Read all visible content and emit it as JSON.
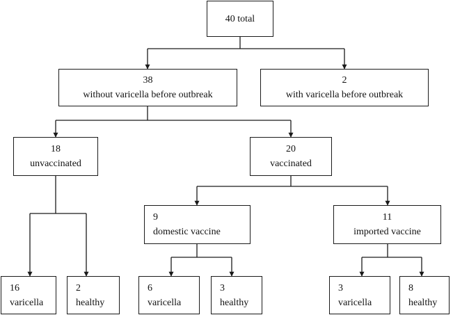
{
  "nodes": {
    "root": {
      "count": "40 total",
      "label": ""
    },
    "without": {
      "count": "38",
      "label": "without varicella before outbreak"
    },
    "with": {
      "count": "2",
      "label": "with varicella before outbreak"
    },
    "unvaccinated": {
      "count": "18",
      "label": "unvaccinated"
    },
    "vaccinated": {
      "count": "20",
      "label": "vaccinated"
    },
    "domestic": {
      "count": "9",
      "label": "domestic vaccine"
    },
    "imported": {
      "count": "11",
      "label": "imported vaccine"
    },
    "unvac_varicella": {
      "count": "16",
      "label": "varicella"
    },
    "unvac_healthy": {
      "count": "2",
      "label": "healthy"
    },
    "dom_varicella": {
      "count": "6",
      "label": "varicella"
    },
    "dom_healthy": {
      "count": "3",
      "label": "healthy"
    },
    "imp_varicella": {
      "count": "3",
      "label": "varicella"
    },
    "imp_healthy": {
      "count": "8",
      "label": "healthy"
    }
  },
  "edges": [
    [
      "root",
      "without"
    ],
    [
      "root",
      "with"
    ],
    [
      "without",
      "unvaccinated"
    ],
    [
      "without",
      "vaccinated"
    ],
    [
      "unvaccinated",
      "unvac_varicella"
    ],
    [
      "unvaccinated",
      "unvac_healthy"
    ],
    [
      "vaccinated",
      "domestic"
    ],
    [
      "vaccinated",
      "imported"
    ],
    [
      "domestic",
      "dom_varicella"
    ],
    [
      "domestic",
      "dom_healthy"
    ],
    [
      "imported",
      "imp_varicella"
    ],
    [
      "imported",
      "imp_healthy"
    ]
  ]
}
